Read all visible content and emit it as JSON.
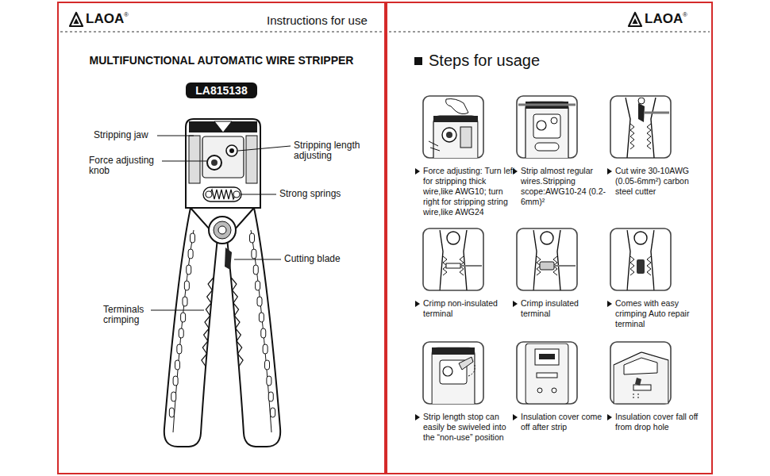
{
  "diagram": {
    "title": "MULTIFUNCTIONAL AUTOMATIC WIRE STRIPPER",
    "nodes": [
      {
        "text": [
          "LA815138"
        ]
      },
      {
        "text": [
          "Force adjusting: Turn left for stripping thick wire,like AWG10; turn right for stripping string wire,like AWG24"
        ]
      },
      {
        "text": [
          "Strip almost regular wires.Stripping scope:AWG10-24 (0.2-6mm)²"
        ]
      },
      {
        "text": [
          "Cut wire 30-10AWG (0.05-6mm²) carbon steel cutter"
        ]
      },
      {
        "text": [
          "Crimp non-insulated terminal"
        ]
      },
      {
        "text": [
          "Crimp insulated terminal"
        ]
      },
      {
        "text": [
          "Comes with easy crimping Auto repair terminal"
        ]
      },
      {
        "text": [
          "Strip length stop can easily be swiveled into the “non-use” position"
        ]
      },
      {
        "text": [
          "Insulation cover come off after strip"
        ]
      },
      {
        "text": [
          "Insulation cover fall off from drop hole"
        ]
      }
    ],
    "labels": [
      "LAOA",
      "®",
      "Instructions for use",
      "LAOA",
      "®",
      "Steps for usage",
      "Stripping jaw",
      "Force adjusting knob",
      "Stripping length adjusting",
      "Strong springs",
      "Cutting blade",
      "Terminals crimping"
    ]
  }
}
